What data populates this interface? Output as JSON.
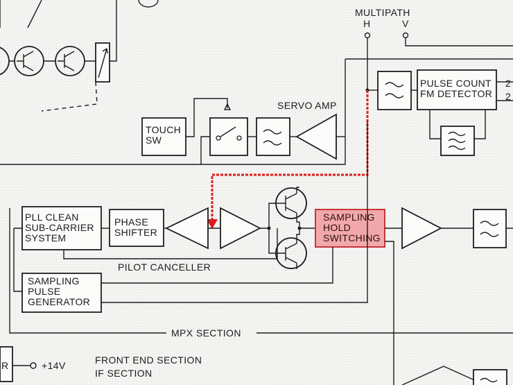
{
  "labels": {
    "multipath": "MULTIPATH",
    "h": "H",
    "v": "V",
    "servo_amp": "SERVO AMP",
    "touch_sw": "TOUCH\nSW",
    "pulse_count": "PULSE COUNT\nFM DETECTOR",
    "pll": "PLL CLEAN\nSUB-CARRIER\nSYSTEM",
    "phase_shifter": "PHASE\nSHIFTER",
    "sampling_hold": "SAMPLING\nHOLD\nSWITCHING",
    "pilot_canceller": "PILOT CANCELLER",
    "sampling_pulse": "SAMPLING\nPULSE\nGENERATOR",
    "mpx_section": "MPX SECTION",
    "plus14v": "+14V",
    "front_end": "FRONT END SECTION",
    "if_section": "IF SECTION",
    "r_partial": "R",
    "two_a": "2",
    "two_b": "2"
  },
  "colors": {
    "highlight_fill": "#f2a8ab",
    "highlight_stroke": "#c7363c",
    "arrow": "#e01b1b",
    "ink": "#1d1d1d"
  }
}
